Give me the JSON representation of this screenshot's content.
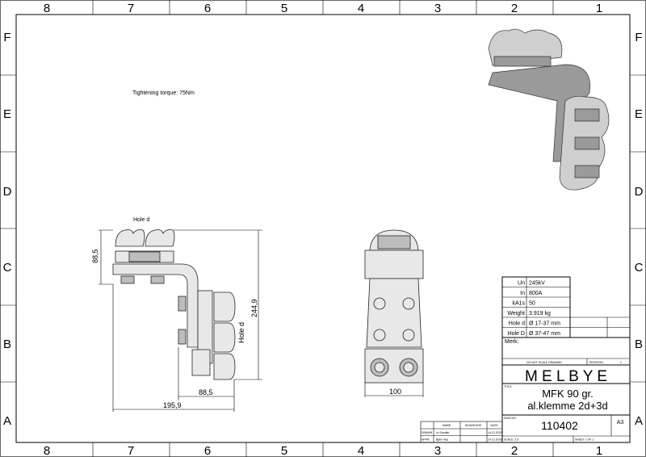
{
  "grid": {
    "columns": [
      "8",
      "7",
      "6",
      "5",
      "4",
      "3",
      "2",
      "1"
    ],
    "rows": [
      "F",
      "E",
      "D",
      "C",
      "B",
      "A"
    ]
  },
  "note": "Tightening torque: 75Nm",
  "side_view": {
    "label_top": "Hole d",
    "label_side": "Hole d",
    "dim_height_top": "88,5",
    "dim_height_total": "244,9",
    "dim_width_lower": "88,5",
    "dim_width_total": "195,9"
  },
  "front_view": {
    "dim_width": "100"
  },
  "specs": [
    {
      "label": "Un",
      "value": "245kV"
    },
    {
      "label": "In",
      "value": "800A"
    },
    {
      "label": "kA1s",
      "value": "50"
    },
    {
      "label": "Weight",
      "value": "3.919 kg"
    },
    {
      "label": "Hole d",
      "value": "Ø 17-37 mm"
    },
    {
      "label": "Hole D",
      "value": "Ø 37-47 mm"
    }
  ],
  "title_block": {
    "mark_label": "Merk:",
    "do_not_scale": "DO NOT SCALE DRAWING",
    "revision_label": "REVISION",
    "revision": "1",
    "company": "M E L B Y E",
    "title_label": "TITLE:",
    "title_line1": "MFK 90 gr.",
    "title_line2": "al.klemme 2d+3d",
    "dwg_no_label": "DWG NO.",
    "dwg_no": "110402",
    "size": "A3",
    "scale": "SCALE: 2:5",
    "sheet": "SHEET 1 OF 1"
  },
  "signoff": {
    "headers": [
      "",
      "NAME",
      "SIGNATURE",
      "DATE"
    ],
    "rows": [
      {
        "role": "DRAWN",
        "name": "Ivi Sundler",
        "date": "14.12.2020"
      },
      {
        "role": "APPR.",
        "name": "Bjørn Aas",
        "date": "14.12.2020"
      }
    ]
  }
}
